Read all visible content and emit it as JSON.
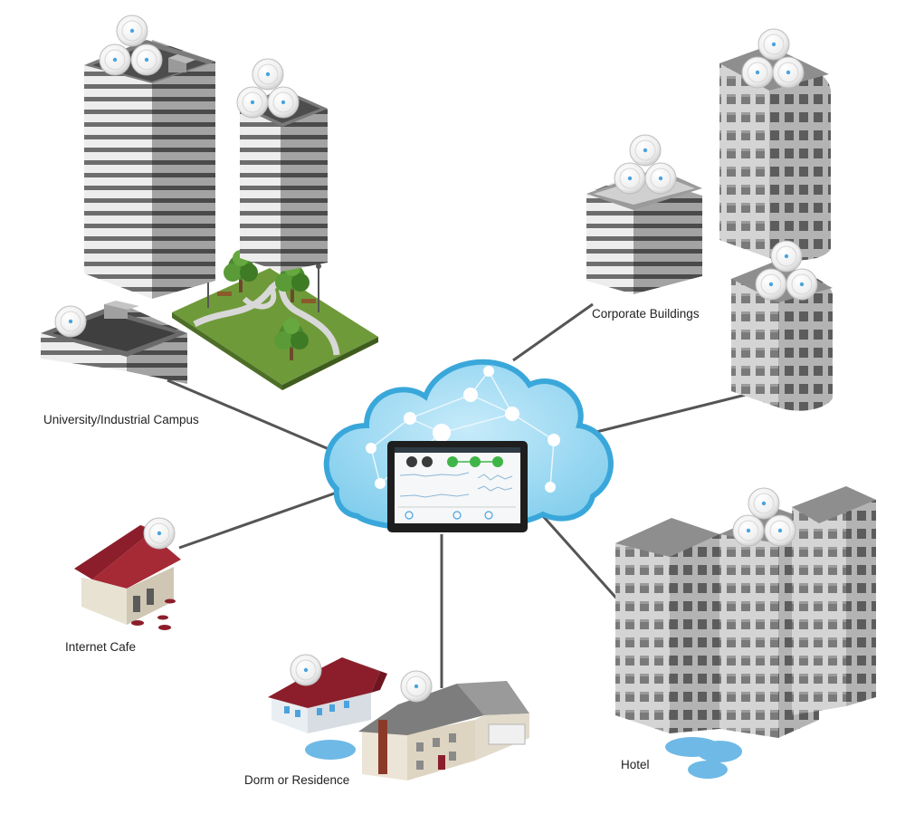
{
  "labels": {
    "campus": "University/Industrial Campus",
    "corporate": "Corporate Buildings",
    "cafe": "Internet Cafe",
    "dorm": "Dorm or Residence",
    "hotel": "Hotel"
  },
  "colors": {
    "cloud": "#9fd8f0",
    "cloud_edge": "#3aa7da",
    "link": "#555555",
    "building_light": "#d9d9d9",
    "building_mid": "#a6a6a6",
    "building_dark": "#5b5b5b",
    "roof_red": "#8b1e2a",
    "grass": "#6f9a3a",
    "tree": "#4d8a2e",
    "water": "#6fb9e6",
    "access_point": "#f4f4f4",
    "access_point_led": "#4aa3df",
    "status_green": "#3fb548"
  },
  "icons": {
    "access_point": "access-point-icon",
    "controller": "tablet-controller-icon"
  }
}
